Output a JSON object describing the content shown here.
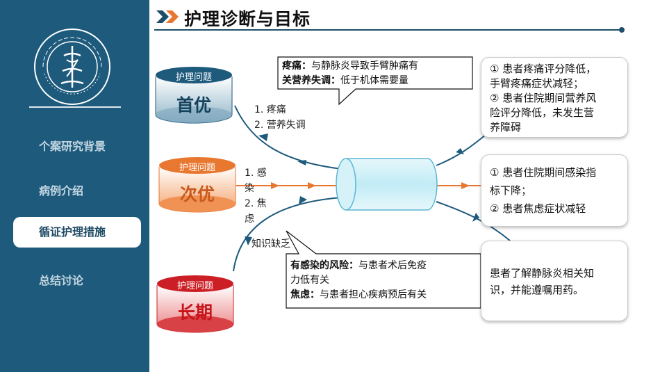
{
  "slide": {
    "title": "护理诊断与目标"
  },
  "sidebar": {
    "items": [
      {
        "label": "个案研究背景",
        "active": false
      },
      {
        "label": "病例介绍",
        "active": false
      },
      {
        "label": "循证护理措施",
        "active": true
      },
      {
        "label": "总结讨论",
        "active": false
      }
    ]
  },
  "priorities": [
    {
      "tag": "护理问题",
      "level": "首优",
      "color": "#1d5a7c",
      "text_color": "#14425c"
    },
    {
      "tag": "护理问题",
      "level": "次优",
      "color": "#e8772f",
      "text_color": "#c8591a"
    },
    {
      "tag": "护理问题",
      "level": "长期",
      "color": "#cc1f25",
      "text_color": "#c8141b"
    }
  ],
  "problem_labels": {
    "top_1": "1. 疼痛",
    "top_2": "2. 营养失调",
    "mid_1a": "1. 感",
    "mid_1b": "染",
    "mid_2a": "2. 焦",
    "mid_2b": "虑",
    "bottom": "知识缺乏"
  },
  "callouts": {
    "top": {
      "term1": "疼痛：",
      "desc1": "与静脉炎导致手臂肿痛有",
      "term2": "关营养失调：",
      "desc2": "低于机体需要量"
    },
    "bottom": {
      "term1": "有感染的风险：",
      "desc1a": "与患者术后免疫",
      "desc1b": "力低有关",
      "term2": "焦虑：",
      "desc2": "与患者担心疾病预后有关"
    }
  },
  "goals": [
    {
      "lines": [
        "① 患者疼痛评分降低，",
        "手臂疼痛症状减轻；",
        "② 患者住院期间营养风",
        "险评分降低，未发生营",
        "养障碍"
      ]
    },
    {
      "lines": [
        "① 患者住院期间感染指",
        "标下降；",
        "② 患者焦虑症状减轻"
      ]
    },
    {
      "lines": [
        "患者了解静脉炎相关知",
        "识，并能遵嘱用药。"
      ]
    }
  ],
  "colors": {
    "sidebar": "#1d5a7c",
    "accent_dark": "#1d4e6a",
    "accent_orange": "#e8772f",
    "title_chevron": "#e8772f"
  }
}
